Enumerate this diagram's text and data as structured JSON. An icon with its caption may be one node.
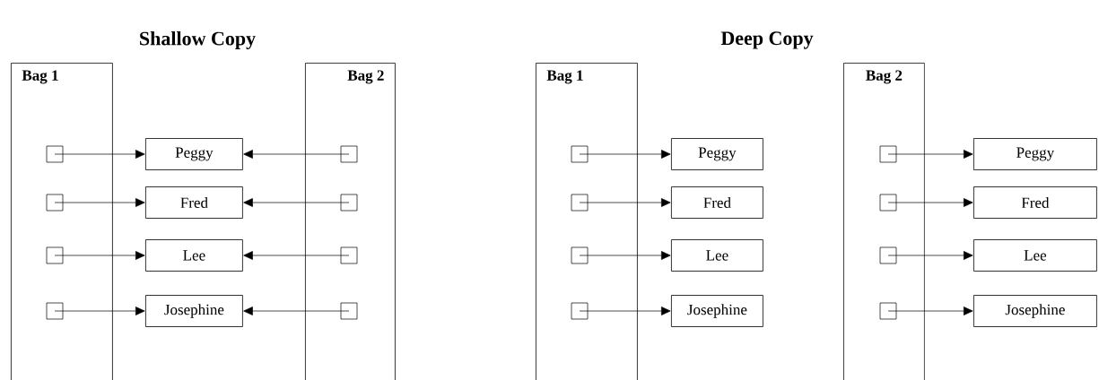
{
  "diagram": {
    "nodes": [
      {
        "text": [
          "Bag 1"
        ]
      },
      {
        "text": [],
        "shape": "box",
        "in": 0
      },
      {
        "text": [],
        "shape": "box",
        "in": 0
      },
      {
        "text": [],
        "shape": "box",
        "in": 0
      },
      {
        "text": [],
        "shape": "box",
        "in": 0
      },
      {
        "text": [
          "Peggy"
        ]
      },
      {
        "text": [
          "Fred"
        ]
      },
      {
        "text": [
          "Lee"
        ]
      },
      {
        "text": [
          "Josephine"
        ]
      },
      {
        "text": [
          "Bag 2"
        ]
      },
      {
        "text": [],
        "shape": "box",
        "in": 9
      },
      {
        "text": [],
        "shape": "box",
        "in": 9
      },
      {
        "text": [],
        "shape": "box",
        "in": 9
      },
      {
        "text": [],
        "shape": "box",
        "in": 9
      },
      {
        "text": [
          "Bag 1"
        ]
      },
      {
        "text": [],
        "shape": "box",
        "in": 14
      },
      {
        "text": [],
        "shape": "box",
        "in": 14
      },
      {
        "text": [],
        "shape": "box",
        "in": 14
      },
      {
        "text": [],
        "shape": "box",
        "in": 14
      },
      {
        "text": [
          "Peggy"
        ]
      },
      {
        "text": [
          "Fred"
        ]
      },
      {
        "text": [
          "Lee"
        ]
      },
      {
        "text": [
          "Josephine"
        ]
      },
      {
        "text": [
          "Bag 2"
        ]
      },
      {
        "text": [],
        "shape": "box",
        "in": 23
      },
      {
        "text": [],
        "shape": "box",
        "in": 23
      },
      {
        "text": [],
        "shape": "box",
        "in": 23
      },
      {
        "text": [],
        "shape": "box",
        "in": 23
      },
      {
        "text": [
          "Peggy"
        ]
      },
      {
        "text": [
          "Fred"
        ]
      },
      {
        "text": [
          "Lee"
        ]
      },
      {
        "text": [
          "Josephine"
        ]
      }
    ],
    "edges": [
      {
        "from": 1,
        "to": 5,
        "arrow": "to"
      },
      {
        "from": 2,
        "to": 6,
        "arrow": "to"
      },
      {
        "from": 3,
        "to": 7,
        "arrow": "to"
      },
      {
        "from": 4,
        "to": 8,
        "arrow": "to"
      },
      {
        "from": 10,
        "to": 5,
        "arrow": "to"
      },
      {
        "from": 11,
        "to": 6,
        "arrow": "to"
      },
      {
        "from": 12,
        "to": 7,
        "arrow": "to"
      },
      {
        "from": 13,
        "to": 8,
        "arrow": "to"
      },
      {
        "from": 15,
        "to": 19,
        "arrow": "to"
      },
      {
        "from": 16,
        "to": 20,
        "arrow": "to"
      },
      {
        "from": 17,
        "to": 21,
        "arrow": "to"
      },
      {
        "from": 18,
        "to": 22,
        "arrow": "to"
      },
      {
        "from": 24,
        "to": 28,
        "arrow": "to"
      },
      {
        "from": 25,
        "to": 29,
        "arrow": "to"
      },
      {
        "from": 26,
        "to": 30,
        "arrow": "to"
      },
      {
        "from": 27,
        "to": 31,
        "arrow": "to"
      }
    ],
    "labels": [
      "Shallow Copy",
      "Deep Copy"
    ]
  }
}
